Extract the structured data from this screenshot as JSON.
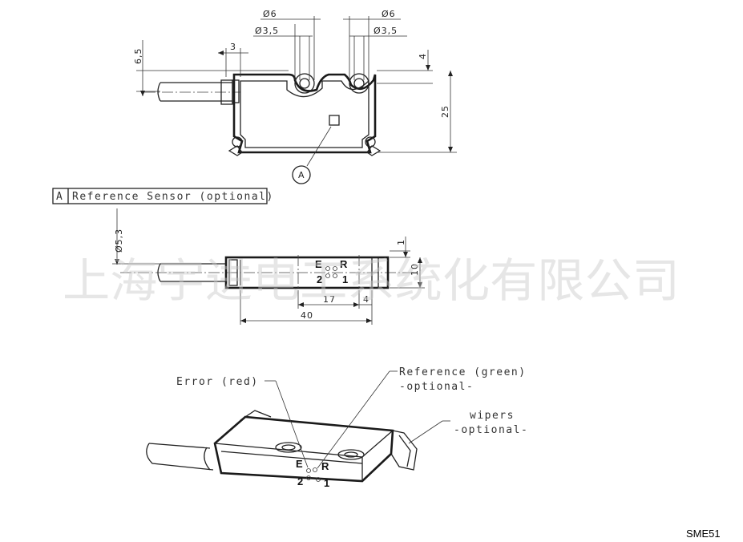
{
  "top_view": {
    "dims": {
      "hole_left_outer": "Ø6",
      "hole_left_inner": "Ø3,5",
      "hole_right_outer": "Ø6",
      "hole_right_inner": "Ø3,5",
      "offset_left": "3",
      "offset_top": "6,5",
      "offset_right": "4",
      "height": "25"
    },
    "callout": "A"
  },
  "legend": {
    "key": "A",
    "text": "Reference Sensor (optional)"
  },
  "side_view": {
    "dims": {
      "cable_dia": "Ø5,3",
      "top_small": "1",
      "width_17": "17",
      "width_4": "4",
      "length": "40",
      "thickness": "10"
    },
    "markings": {
      "e": "E",
      "r": "R",
      "two": "2",
      "one": "1"
    }
  },
  "iso_view": {
    "labels": {
      "error": "Error (red)",
      "reference": "Reference (green)",
      "reference_opt": "-optional-",
      "wipers": "wipers",
      "wipers_opt": "-optional-"
    },
    "markings": {
      "e": "E",
      "r": "R",
      "two": "2",
      "one": "1"
    }
  },
  "watermark": "上海宇进电工系统化有限公司",
  "model": "SME51"
}
